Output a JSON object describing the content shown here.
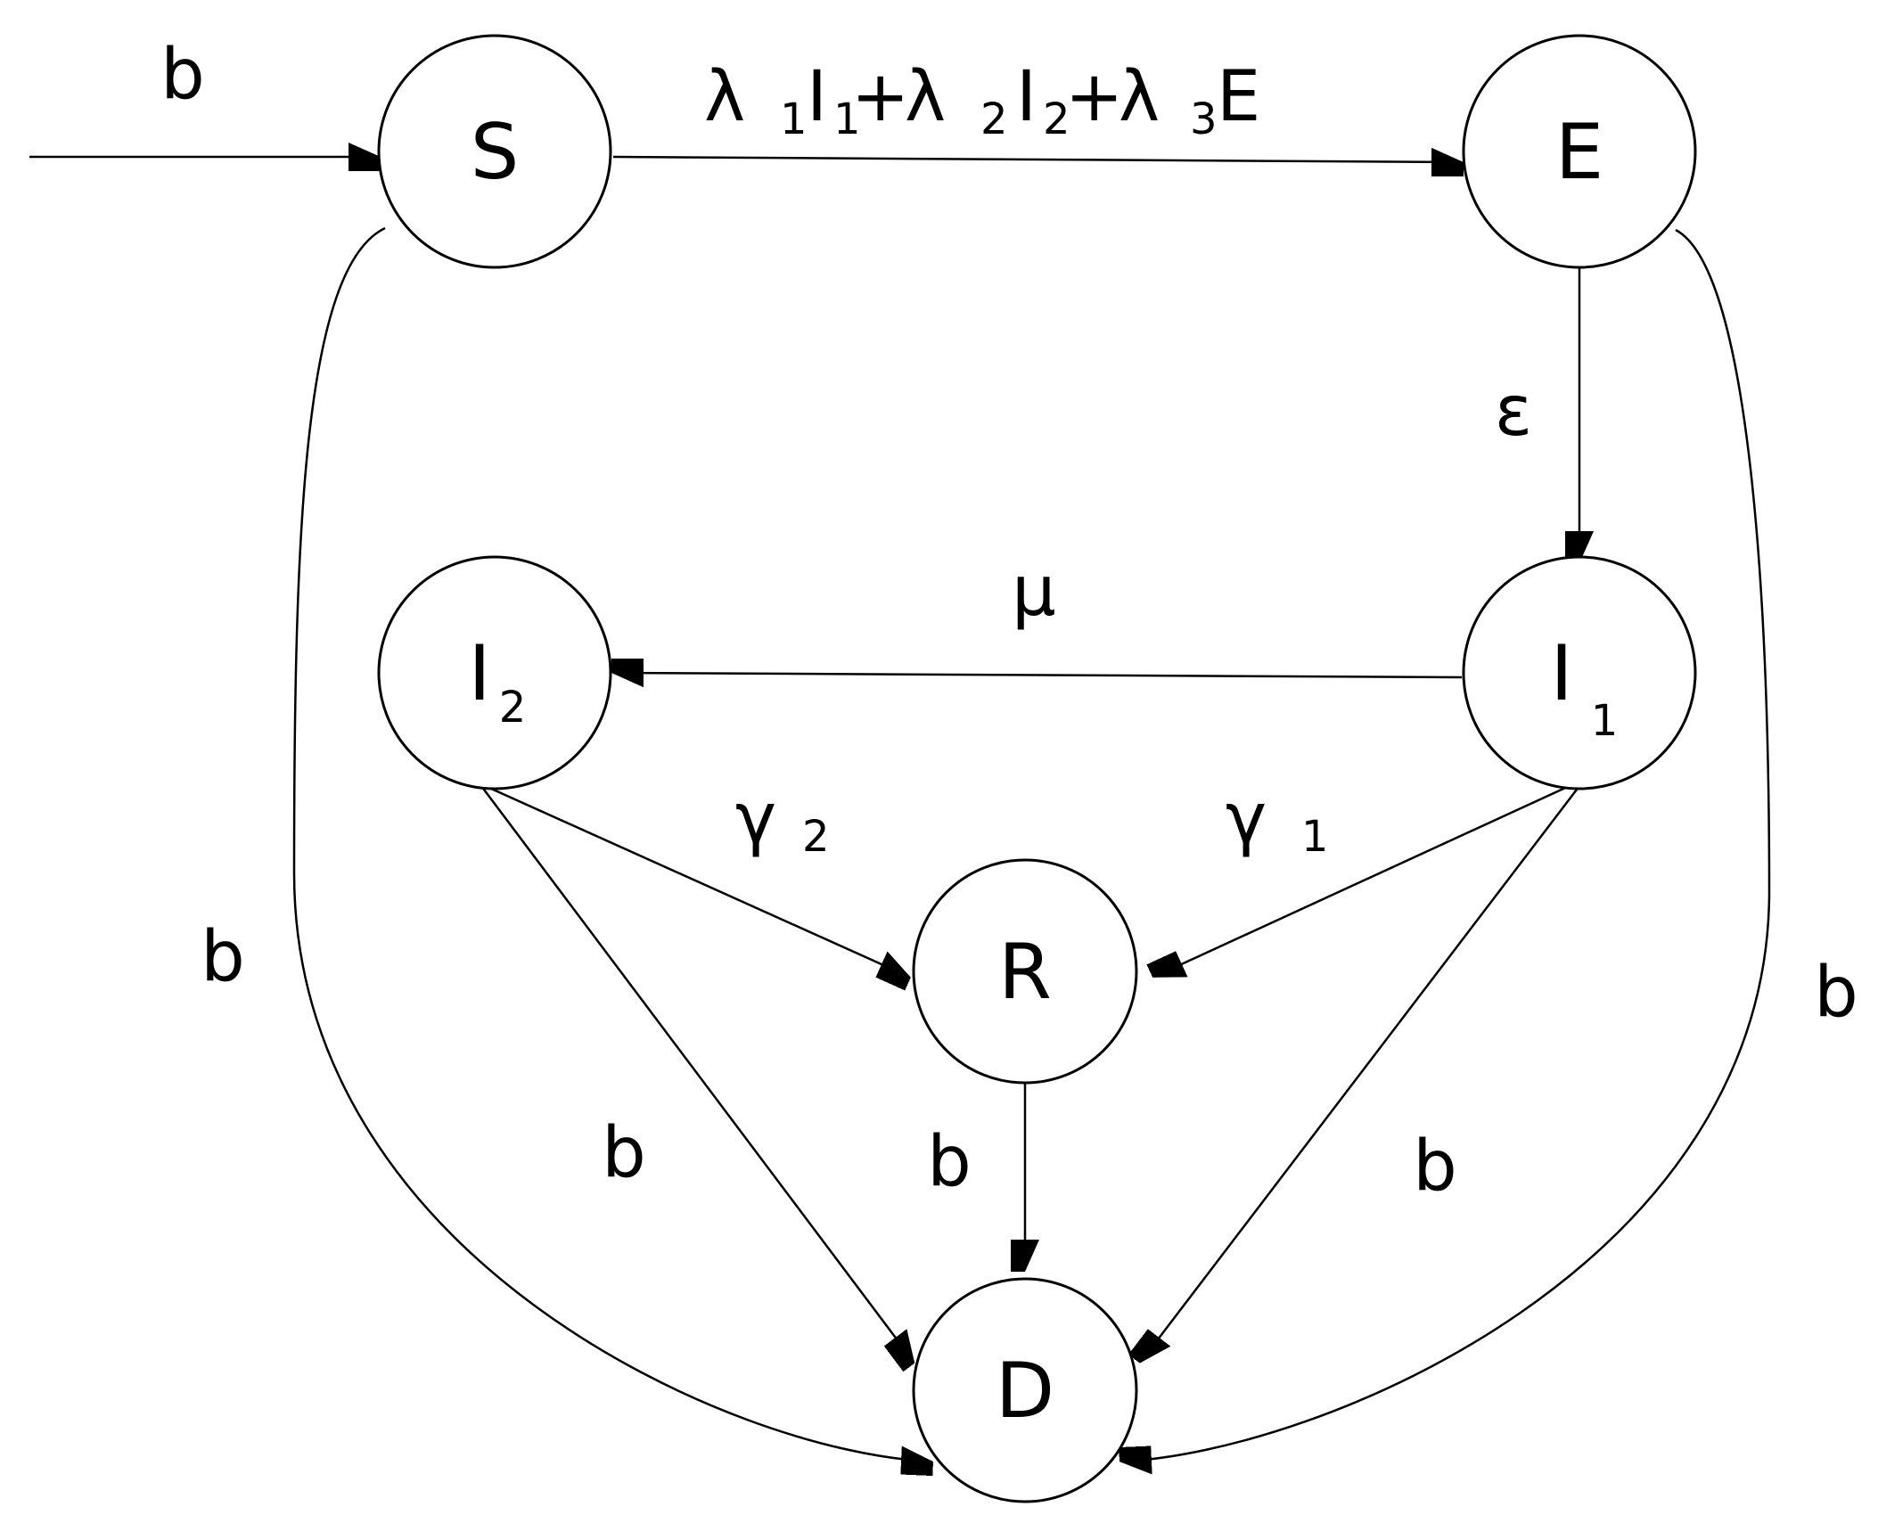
{
  "nodes": [
    {
      "id": "S",
      "label": "S",
      "sub": ""
    },
    {
      "id": "E",
      "label": "E",
      "sub": ""
    },
    {
      "id": "I2",
      "label": "I",
      "sub": "2"
    },
    {
      "id": "I1",
      "label": "I",
      "sub": "1"
    },
    {
      "id": "R",
      "label": "R",
      "sub": ""
    },
    {
      "id": "D",
      "label": "D",
      "sub": ""
    }
  ],
  "edges": {
    "inflow": "b",
    "s_to_e": {
      "l1": "λ",
      "s1": "1",
      "i1": "I",
      "si1": "1",
      "plus1": "+",
      "l2": "λ",
      "s2": "2",
      "i2": "I",
      "si2": "2",
      "plus2": "+",
      "l3": "λ",
      "s3": "3",
      "e": "E"
    },
    "e_to_i1": "ε",
    "i1_to_i2": "μ",
    "i2_to_r": {
      "sym": "γ",
      "sub": "2"
    },
    "i1_to_r": {
      "sym": "γ",
      "sub": "1"
    },
    "s_to_d": "b",
    "i2_to_d": "b",
    "r_to_d": "b",
    "i1_to_d": "b",
    "e_to_d": "b"
  }
}
